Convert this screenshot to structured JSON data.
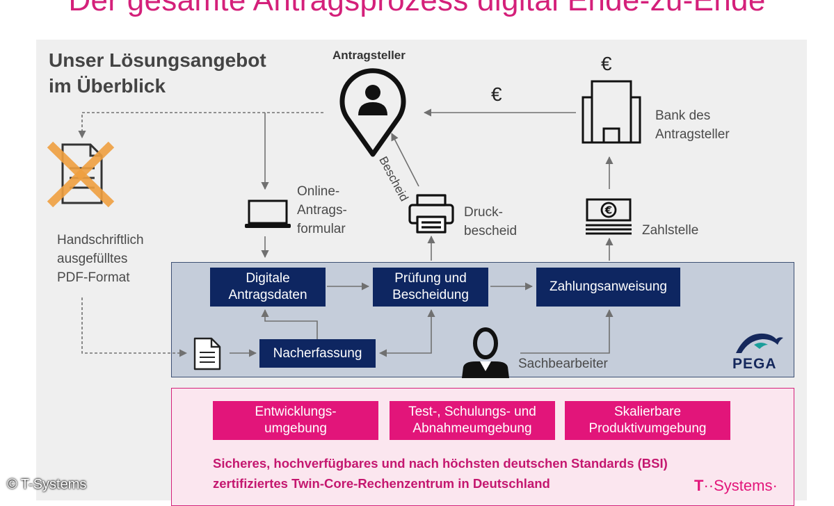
{
  "title": "Der gesamte Antragsprozess digital Ende-zu-Ende",
  "heading": {
    "line1": "Unser Lösungsangebot",
    "line2": "im Überblick"
  },
  "actors": {
    "applicant": "Antragsteller",
    "bank": {
      "line1": "Bank des",
      "line2": "Antragsteller"
    },
    "clerk": "Sachbearbeiter"
  },
  "currency": {
    "bank_symbol": "€",
    "transfer_symbol": "€"
  },
  "handwritten": {
    "line1": "Handschriftlich",
    "line2": "ausgefülltes",
    "line3": "PDF-Format"
  },
  "online_form": {
    "line1": "Online-",
    "line2": "Antrags-",
    "line3": "formular"
  },
  "print": {
    "line1": "Druck-",
    "line2": "bescheid"
  },
  "payment_office": "Zahlstelle",
  "notice_arrow_label": "Bescheid",
  "process": {
    "digital_data": {
      "line1": "Digitale",
      "line2": "Antragsdaten"
    },
    "review": {
      "line1": "Prüfung und",
      "line2": "Bescheidung"
    },
    "payment_order": "Zahlungsanweisung",
    "post_entry": "Nacherfassung"
  },
  "platform_logo": "PEGA",
  "environments": {
    "dev": {
      "line1": "Entwicklungs-",
      "line2": "umgebung"
    },
    "test": {
      "line1": "Test-, Schulungs- und",
      "line2": "Abnahmeumgebung"
    },
    "prod": {
      "line1": "Skalierbare",
      "line2": "Produktivumgebung"
    }
  },
  "datacenter": {
    "line1": "Sicheres, hochverfügbares und nach höchsten deutschen Standards (BSI)",
    "line2": "zertifiziertes Twin-Core-Rechenzentrum in Deutschland"
  },
  "copyright": "© T-Systems",
  "brand": {
    "t": "T",
    "dots": "··",
    "name": "Systems",
    "trail": "·"
  },
  "colors": {
    "magenta": "#e2157a",
    "navy": "#0e2661",
    "pega_bg": "#c5cdda",
    "panel": "#efefef"
  }
}
